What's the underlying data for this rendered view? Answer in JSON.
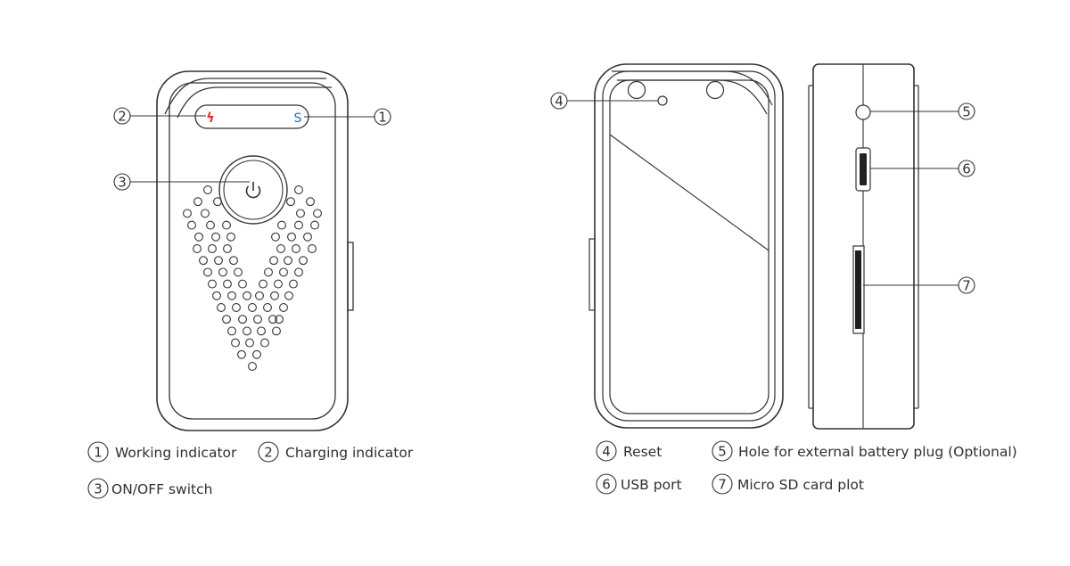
{
  "front_panel": {
    "charging_symbol": "ϟ",
    "working_symbol": "S"
  },
  "callouts": {
    "c1": "1",
    "c2": "2",
    "c3": "3",
    "c4": "4",
    "c5": "5",
    "c6": "6",
    "c7": "7"
  },
  "legend": {
    "left": [
      {
        "num": "1",
        "label": "Working indicator"
      },
      {
        "num": "2",
        "label": "Charging indicator"
      },
      {
        "num": "3",
        "label": "ON/OFF switch"
      }
    ],
    "right": [
      {
        "num": "4",
        "label": "Reset"
      },
      {
        "num": "5",
        "label": "Hole for external battery plug (Optional)"
      },
      {
        "num": "6",
        "label": "USB port"
      },
      {
        "num": "7",
        "label": "Micro SD card plot"
      }
    ]
  },
  "colors": {
    "outline": "#333333",
    "charging_indicator": "#e03030",
    "working_indicator": "#2f6fa8"
  }
}
